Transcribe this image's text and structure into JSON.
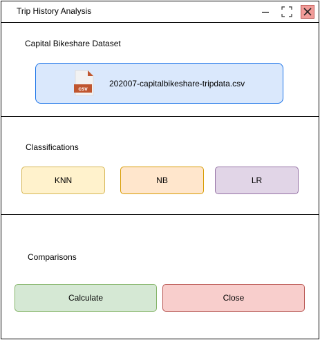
{
  "window": {
    "title": "Trip History Analysis",
    "controls": {
      "minimize_icon": "minimize-icon",
      "maximize_icon": "maximize-icon",
      "close_icon": "close-icon"
    }
  },
  "dataset": {
    "label": "Capital Bikeshare Dataset",
    "file_name": "202007-capitalbikeshare-tripdata.csv",
    "file_icon_text": "csv",
    "file_icon": "csv-file-icon"
  },
  "classifications": {
    "label": "Classifications",
    "buttons": [
      "KNN",
      "NB",
      "LR"
    ]
  },
  "comparisons": {
    "label": "Comparisons",
    "calculate_label": "Calculate",
    "close_label": "Close"
  },
  "colors": {
    "file_box": "#dae8fc",
    "knn": "#fff2cc",
    "nb": "#ffe6cc",
    "lr": "#e1d5e7",
    "calculate": "#d5e8d4",
    "close": "#f8cecc",
    "window_close": "#f19c99",
    "csv_icon": "#c0562f"
  }
}
